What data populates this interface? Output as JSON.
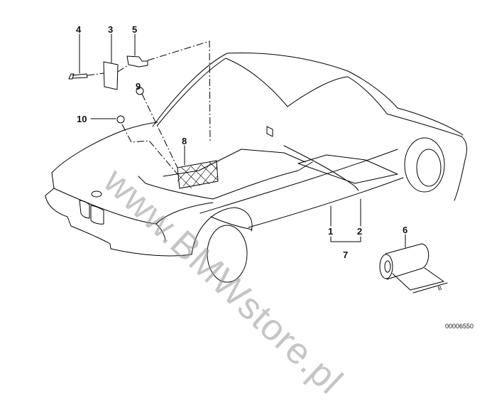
{
  "diagram": {
    "part_labels": [
      "1",
      "2",
      "3",
      "4",
      "5",
      "6",
      "7",
      "8",
      "9",
      "10"
    ],
    "dimension_label": "B",
    "drawing_number": "00006550",
    "watermark": "www.BMWstore.pl"
  }
}
